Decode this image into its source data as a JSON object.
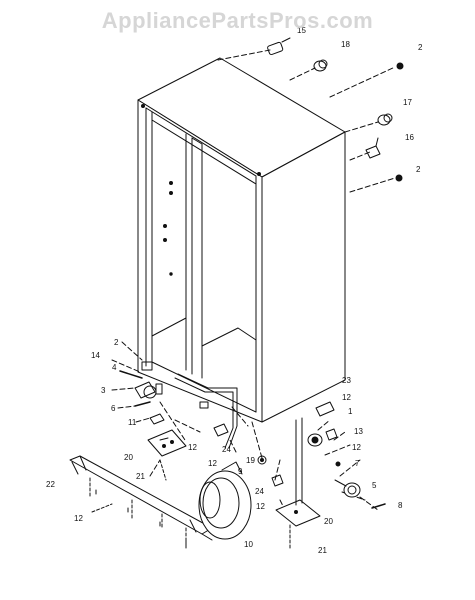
{
  "watermark": {
    "text": "AppliancePartsPros.com"
  },
  "colors": {
    "line": "#111111",
    "watermark": "#d6d6d6",
    "background": "#ffffff"
  },
  "callouts": {
    "c15": "15",
    "c18": "18",
    "c2a": "2",
    "c17": "17",
    "c16": "16",
    "c2b": "2",
    "c2c": "2",
    "c14": "14",
    "c4": "4",
    "c3": "3",
    "c6": "6",
    "c11": "11",
    "c20a": "20",
    "c12a": "12",
    "c24a": "24",
    "c12b": "12",
    "c9": "9",
    "c21a": "21",
    "c22": "22",
    "c12c": "12",
    "c10": "10",
    "c19": "19",
    "c24b": "24",
    "c12d": "12",
    "c20b": "20",
    "c21b": "21",
    "c23": "23",
    "c12e": "12",
    "c1": "1",
    "c13": "13",
    "c12f": "12",
    "c7": "7",
    "c5": "5",
    "c8": "8"
  }
}
